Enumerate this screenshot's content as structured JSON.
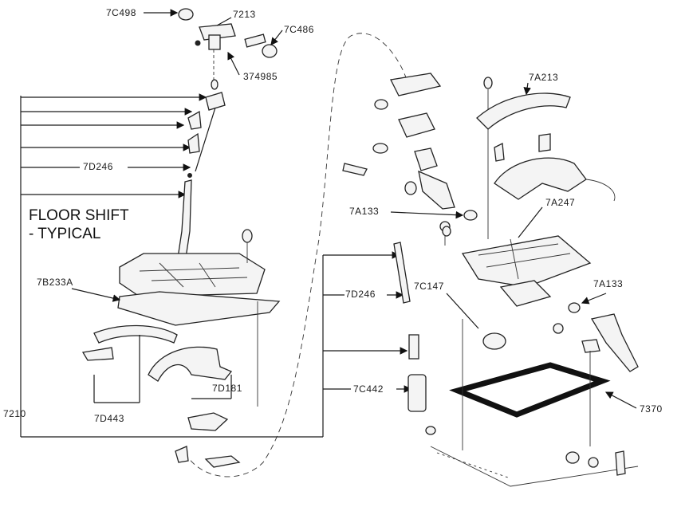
{
  "diagram": {
    "title_line1": "FLOOR SHIFT",
    "title_line2": "- TYPICAL",
    "labels": {
      "p7C498_a": "7C498",
      "p7213": "7213",
      "p7C486": "7C486",
      "p374985": "374985",
      "p7D246_a": "7D246",
      "p7B233A": "7B233A",
      "p7D443": "7D443",
      "p7D181": "7D181",
      "p7210": "7210",
      "p7A213": "7A213",
      "p7A247": "7A247",
      "p7A133_a": "7A133",
      "p7C147": "7C147",
      "p7D246_b": "7D246",
      "p7A133_b": "7A133",
      "p7C442": "7C442",
      "p7370": "7370"
    }
  }
}
